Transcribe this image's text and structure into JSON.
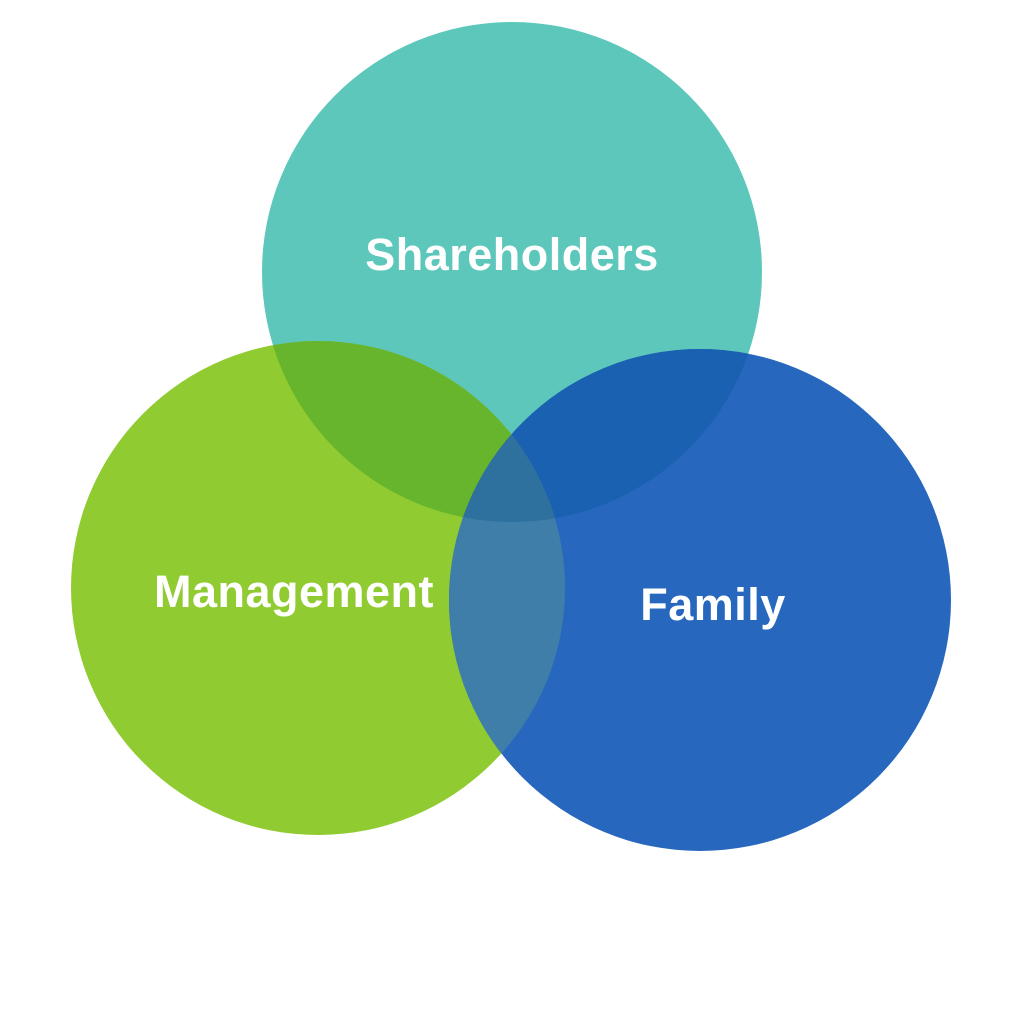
{
  "diagram": {
    "type": "venn",
    "background": "#ffffff",
    "label_color": "#ffffff",
    "sets": [
      {
        "id": "shareholders",
        "label": "Shareholders",
        "color": "#5cc7ba"
      },
      {
        "id": "management",
        "label": "Management",
        "color": "#8fcb31"
      },
      {
        "id": "family",
        "label": "Family",
        "color": "#2768be"
      }
    ],
    "overlaps": {
      "shareholders_management": "#67b42d",
      "shareholders_family": "#1a61b2",
      "management_family": "#3e7ea9",
      "all_three": "#2e719e"
    }
  }
}
